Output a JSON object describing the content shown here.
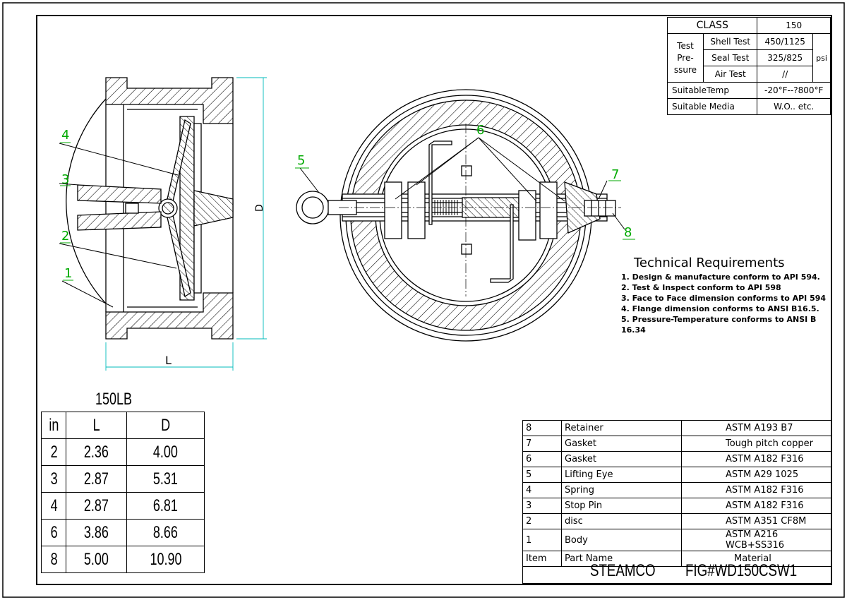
{
  "drawing": {
    "callouts": [
      "1",
      "2",
      "3",
      "4",
      "5",
      "6",
      "7",
      "8"
    ],
    "dim_l": "L",
    "dim_d": "D"
  },
  "spec": {
    "class_label": "CLASS",
    "class_value": "150",
    "test_pressure_label": "Test Pre- ssure",
    "tests": [
      {
        "name": "Shell Test",
        "value": "450/1125"
      },
      {
        "name": "Seal Test",
        "value": "325/825"
      },
      {
        "name": "Air Test",
        "value": "//"
      }
    ],
    "unit": "psi",
    "temp_label": "SuitableTemp",
    "temp_value": "-20°F--?800°F",
    "media_label": "Suitable Media",
    "media_value": "W.O.. etc."
  },
  "technical": {
    "title": "Technical Requirements",
    "items": [
      "1. Design & manufacture conform to API 594.",
      "2. Test & Inspect conform to API 598",
      "3. Face to Face dimension conforms to API 594",
      "4. Flange dimension conforms to ANSI B16.5.",
      "5. Pressure-Temperature conforms to  ANSI B 16.34"
    ]
  },
  "sizes": {
    "title": "150LB",
    "headers": [
      "in",
      "L",
      "D"
    ],
    "rows": [
      [
        "2",
        "2.36",
        "4.00"
      ],
      [
        "3",
        "2.87",
        "5.31"
      ],
      [
        "4",
        "2.87",
        "6.81"
      ],
      [
        "6",
        "3.86",
        "8.66"
      ],
      [
        "8",
        "5.00",
        "10.90"
      ]
    ]
  },
  "bom": {
    "rows": [
      [
        "8",
        "Retainer",
        "ASTM A193 B7"
      ],
      [
        "7",
        "Gasket",
        "Tough pitch copper"
      ],
      [
        "6",
        "Gasket",
        "ASTM A182 F316"
      ],
      [
        "5",
        "Lifting Eye",
        "ASTM A29 1025"
      ],
      [
        "4",
        "Spring",
        "ASTM A182 F316"
      ],
      [
        "3",
        "Stop Pin",
        "ASTM A182 F316"
      ],
      [
        "2",
        "disc",
        "ASTM A351 CF8M"
      ],
      [
        "1",
        "Body",
        "ASTM A216 WCB+SS316"
      ]
    ],
    "headers": [
      "Item",
      "Part Name",
      "Material"
    ],
    "company": "STEAMCO",
    "figure": "FIG#WD150CSW1"
  }
}
